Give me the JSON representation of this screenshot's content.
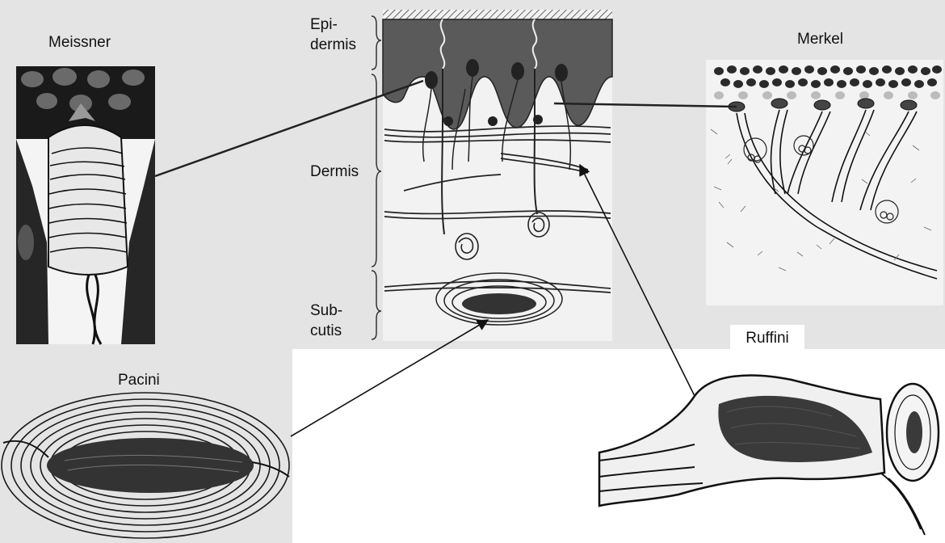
{
  "labels": {
    "meissner": "Meissner",
    "merkel": "Merkel",
    "pacini": "Pacini",
    "ruffini": "Ruffini"
  },
  "layers": {
    "epidermis": "Epi-\ndermis",
    "dermis": "Dermis",
    "subcutis": "Sub-\ncutis"
  },
  "colors": {
    "panel_background": "#e4e4e4",
    "ink": "#111111",
    "dark_tissue": "#3a3a3a"
  }
}
